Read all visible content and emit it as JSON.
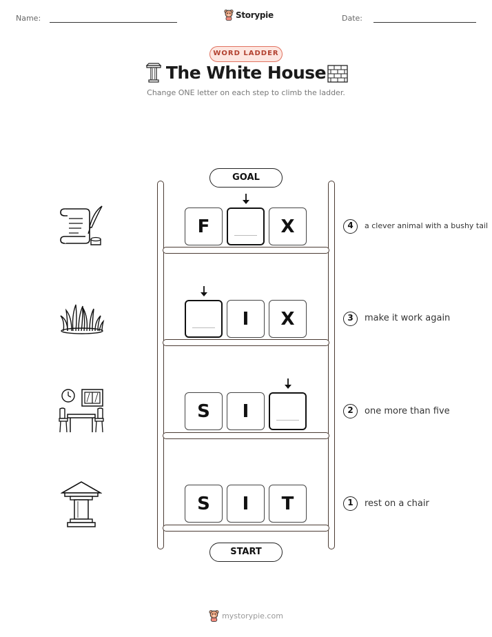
{
  "header": {
    "name_label": "Name:",
    "date_label": "Date:",
    "logo_text": "Storypie"
  },
  "badge": "WORD LADDER",
  "title": "The White House",
  "subtitle": "Change ONE letter on each step to climb the ladder.",
  "goal_label": "GOAL",
  "start_label": "START",
  "rows": [
    {
      "number": "4",
      "clue": "a clever animal with a bushy tail",
      "letters": [
        "F",
        "",
        "X"
      ],
      "icon": "scroll-quill-icon"
    },
    {
      "number": "3",
      "clue": "make it work again",
      "letters": [
        "",
        "I",
        "X"
      ],
      "icon": "grass-icon"
    },
    {
      "number": "2",
      "clue": "one more than five",
      "letters": [
        "S",
        "I",
        ""
      ],
      "icon": "table-chairs-icon"
    },
    {
      "number": "1",
      "clue": "rest on a chair",
      "letters": [
        "S",
        "I",
        "T"
      ],
      "icon": "column-pedestal-icon"
    }
  ],
  "title_icons": [
    "column-icon",
    "brick-wall-icon"
  ],
  "footer": {
    "text": "mystorypie.com"
  },
  "colors": {
    "badge_border": "#e0715f",
    "badge_fill": "#fde6e0",
    "ladder": "#4a3a32"
  }
}
